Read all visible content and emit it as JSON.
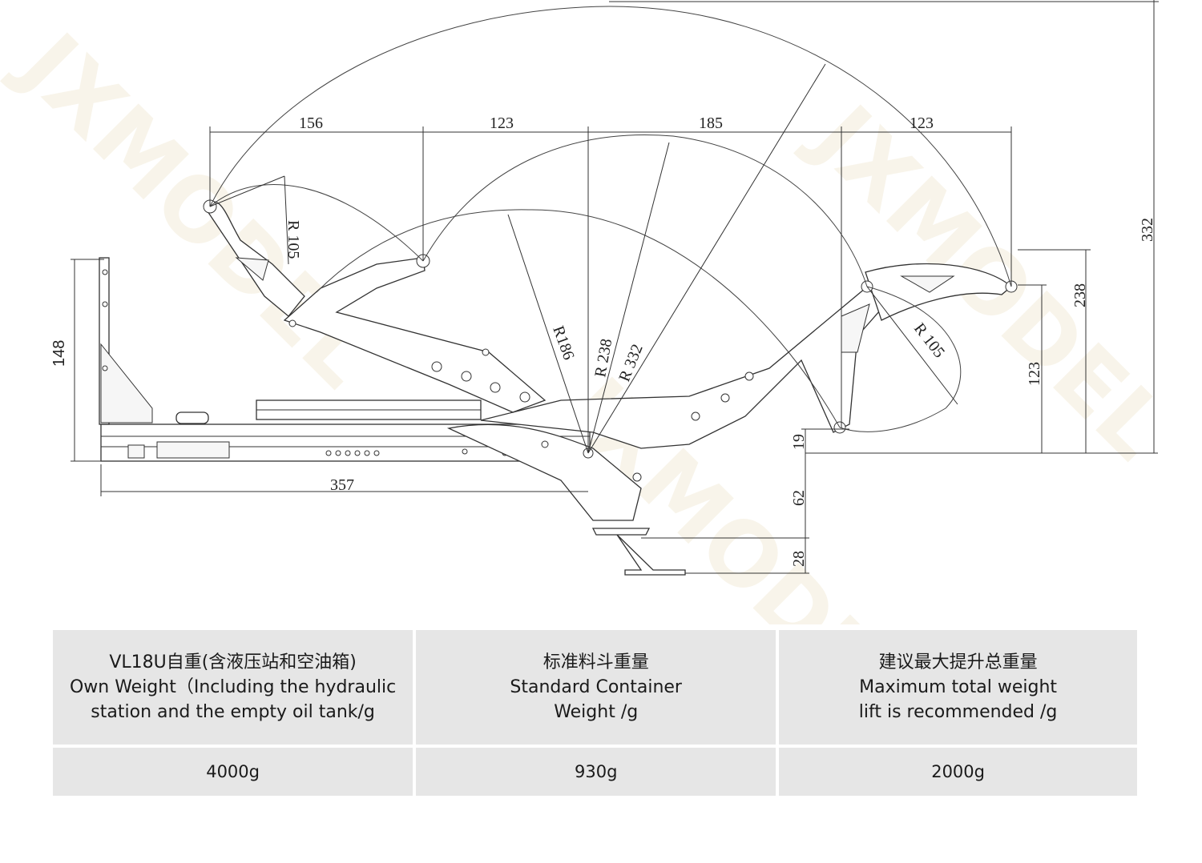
{
  "dimensions": {
    "top_156": "156",
    "top_123_a": "123",
    "top_185": "185",
    "top_123_b": "123",
    "r105_left": "R 105",
    "r186": "R186",
    "r238": "R 238",
    "r332": "R 332",
    "r105_right": "R 105",
    "right_332": "332",
    "right_238": "238",
    "right_123": "123",
    "right_19": "19",
    "right_62": "62",
    "right_28": "28",
    "left_148": "148",
    "bottom_357": "357"
  },
  "table": {
    "headers": [
      [
        "VL18U自重(含液压站和空油箱)",
        "Own Weight（Including the hydraulic",
        "station and the empty oil tank/g"
      ],
      [
        "标准料斗重量",
        "Standard Container",
        "Weight  /g"
      ],
      [
        "建议最大提升总重量",
        "Maximum total weight",
        "lift is recommended  /g"
      ]
    ],
    "values": [
      "4000g",
      "930g",
      "2000g"
    ]
  },
  "watermark": "JXMODEL"
}
